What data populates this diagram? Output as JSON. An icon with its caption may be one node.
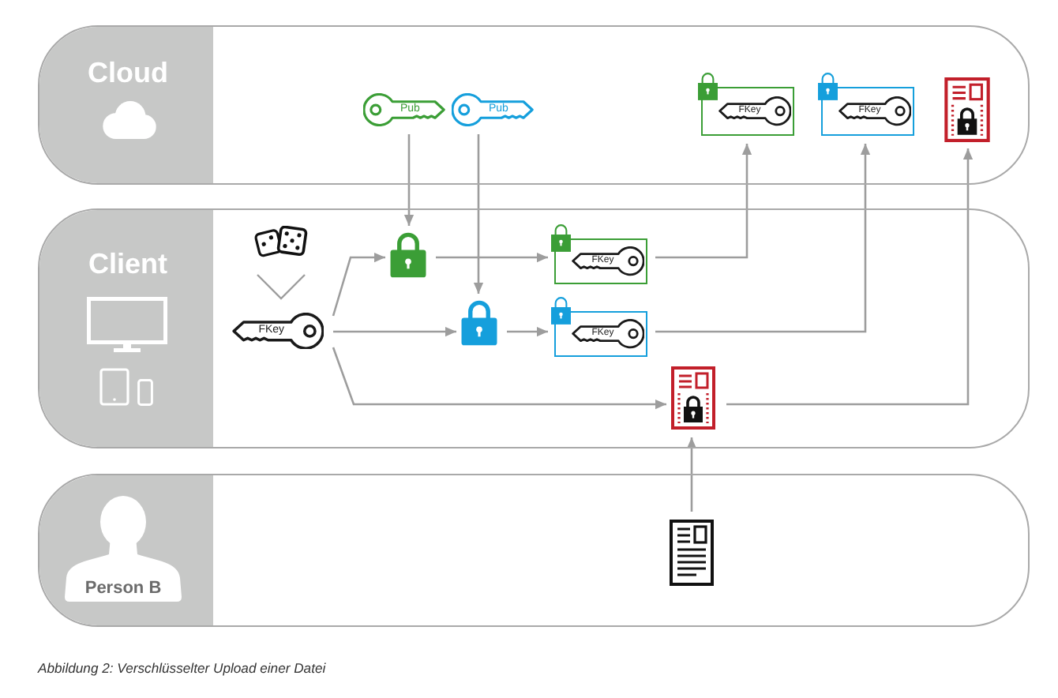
{
  "diagram": {
    "caption": "Abbildung 2: Verschlüsselter Upload einer Datei",
    "nodes": [
      {
        "text": [
          "Cloud"
        ]
      },
      {
        "text": [
          "Pub"
        ],
        "in": 0
      },
      {
        "text": [
          "Pub"
        ],
        "in": 0
      },
      {
        "text": [
          "FKey"
        ],
        "in": 0
      },
      {
        "text": [
          "FKey"
        ],
        "in": 0
      },
      {
        "text": [],
        "shape": "picture",
        "in": 0
      },
      {
        "text": [
          "Client"
        ]
      },
      {
        "text": [],
        "shape": "picture",
        "in": 6
      },
      {
        "text": [
          "FKey"
        ],
        "in": 6
      },
      {
        "text": [],
        "shape": "picture",
        "in": 6
      },
      {
        "text": [],
        "shape": "picture",
        "in": 6
      },
      {
        "text": [
          "FKey"
        ],
        "in": 6
      },
      {
        "text": [
          "FKey"
        ],
        "in": 6
      },
      {
        "text": [],
        "shape": "picture",
        "in": 6
      },
      {
        "text": [
          "Person B"
        ]
      },
      {
        "text": [],
        "shape": "picture",
        "in": 14
      }
    ],
    "edges": [
      {
        "from": 7,
        "to": 8,
        "arrow": "to"
      },
      {
        "from": 8,
        "to": 9,
        "arrow": "to"
      },
      {
        "from": 8,
        "to": 10,
        "arrow": "to"
      },
      {
        "from": 8,
        "to": 13,
        "arrow": "to"
      },
      {
        "from": 1,
        "to": 9,
        "arrow": "to"
      },
      {
        "from": 2,
        "to": 10,
        "arrow": "to"
      },
      {
        "from": 9,
        "to": 11,
        "arrow": "to"
      },
      {
        "from": 10,
        "to": 12,
        "arrow": "to"
      },
      {
        "from": 11,
        "to": 3,
        "arrow": "to"
      },
      {
        "from": 12,
        "to": 4,
        "arrow": "to"
      },
      {
        "from": 13,
        "to": 5,
        "arrow": "to"
      },
      {
        "from": 15,
        "to": 13,
        "arrow": "to"
      }
    ]
  }
}
